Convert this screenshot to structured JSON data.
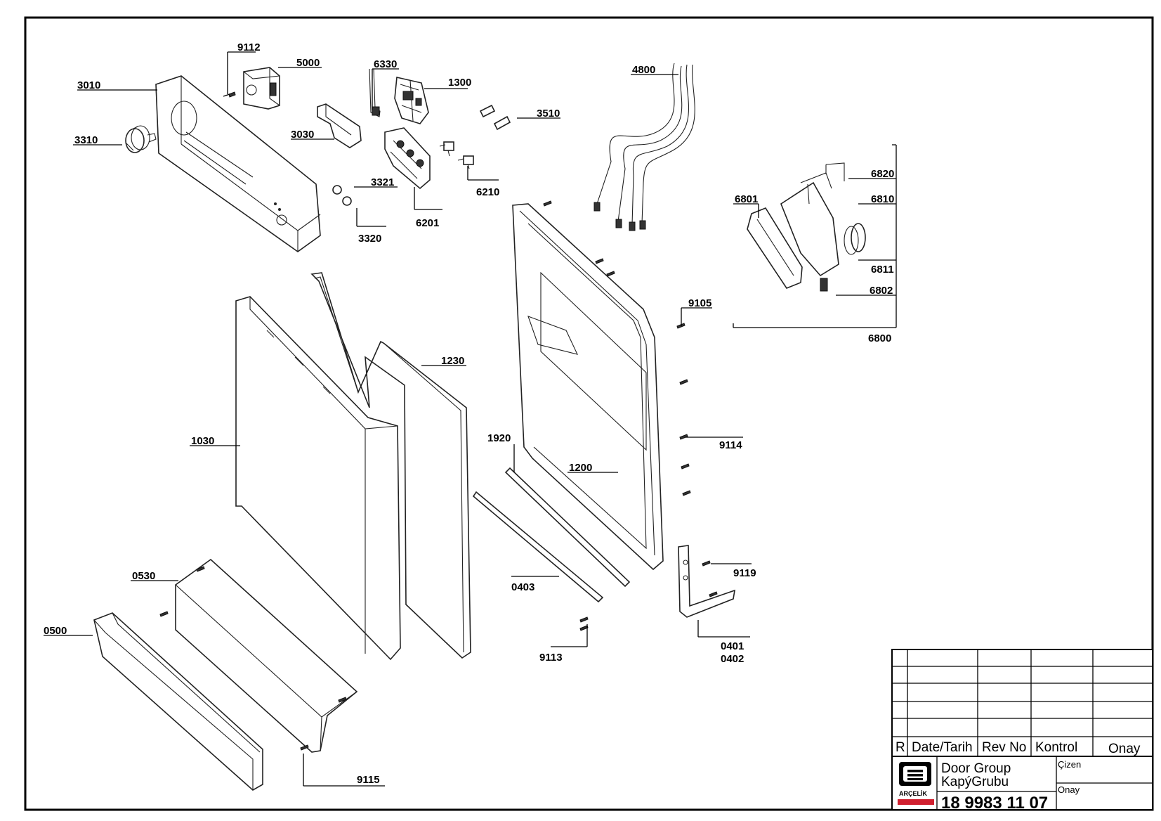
{
  "parts": {
    "p9112": "9112",
    "p5000": "5000",
    "p6330": "6330",
    "p1300": "1300",
    "p4800": "4800",
    "p3010": "3010",
    "p3510": "3510",
    "p3310": "3310",
    "p3030": "3030",
    "p6210": "6210",
    "p3321": "3321",
    "p6201": "6201",
    "p3320": "3320",
    "p6820": "6820",
    "p6801": "6801",
    "p6810": "6810",
    "p6811": "6811",
    "p6802": "6802",
    "p9105": "9105",
    "p6800": "6800",
    "p1230": "1230",
    "p1030": "1030",
    "p1920": "1920",
    "p9114": "9114",
    "p1200": "1200",
    "p0530": "0530",
    "p0403": "0403",
    "p9119": "9119",
    "p0500": "0500",
    "p9113": "9113",
    "p0401": "0401",
    "p0402": "0402",
    "p9115": "9115"
  },
  "title_block": {
    "col_r": "R",
    "col_date": "Date/Tarih",
    "col_rev": "Rev No",
    "col_kontrol": "Kontrol",
    "col_onay": "Onay",
    "title_en": "Door Group",
    "title_tr": "KapýGrubu",
    "cizen": "Çizen",
    "onay_small": "Onay",
    "drawing_number": "18 9983 11 07",
    "logo_text": "ARÇELİK"
  },
  "colors": {
    "line": "#000000",
    "logo_red": "#d1202f"
  }
}
